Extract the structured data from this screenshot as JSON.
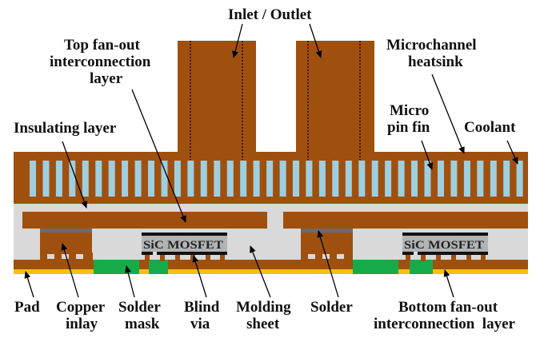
{
  "colors": {
    "copper": "#a0500e",
    "coolant": "#9dcfe0",
    "molding": "#d9d9d9",
    "solder_mask": "#16ab4a",
    "pad": "#f5c014",
    "chip": "#b3b3b3",
    "chip_metal": "#111111",
    "solder": "#6b6b6b",
    "background": "#ffffff"
  },
  "labels": {
    "inlet_outlet": "Inlet / Outlet",
    "top_fanout": [
      "Top fan-out",
      "interconnection",
      "layer"
    ],
    "microchannel": [
      "Microchannel",
      "heatsink"
    ],
    "insulating": "Insulating layer",
    "micro_pin_fin": [
      "Micro",
      "pin fin"
    ],
    "coolant": "Coolant",
    "pad": "Pad",
    "copper_inlay": [
      "Copper",
      "inlay"
    ],
    "solder_mask": [
      "Solder",
      "mask"
    ],
    "blind_via": [
      "Blind",
      "via"
    ],
    "molding_sheet": [
      "Molding",
      "sheet"
    ],
    "solder": "Solder",
    "bottom_fanout": [
      "Bottom fan-out",
      "interconnection  layer"
    ]
  },
  "chips": [
    {
      "label": "SiC MOSFET"
    },
    {
      "label": "SiC MOSFET"
    }
  ]
}
